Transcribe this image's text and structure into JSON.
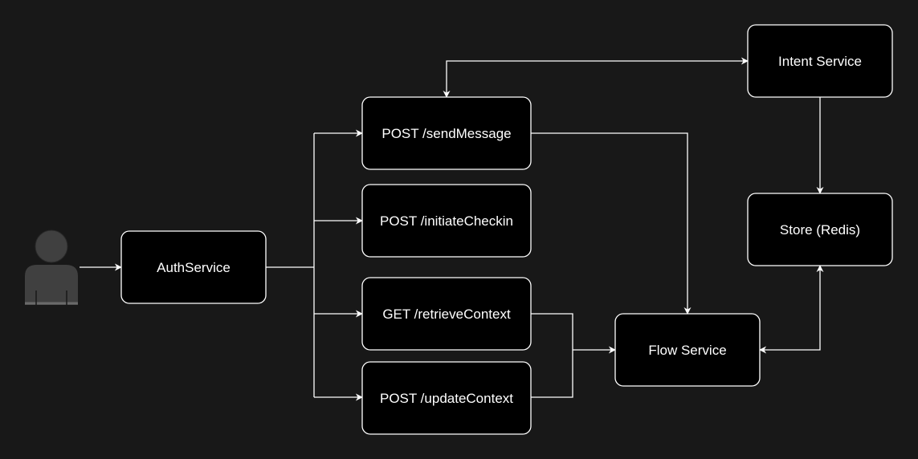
{
  "diagram": {
    "colors": {
      "background": "#181818",
      "node_fill": "#000000",
      "node_stroke": "#ffffff",
      "edge": "#ffffff",
      "label": "#ffffff",
      "actor": "#404040"
    },
    "actor": {
      "icon": "user-icon"
    },
    "nodes": {
      "auth": {
        "label": "AuthService"
      },
      "send_message": {
        "label": "POST /sendMessage"
      },
      "initiate_checkin": {
        "label": "POST /initiateCheckin"
      },
      "retrieve_context": {
        "label": "GET /retrieveContext"
      },
      "update_context": {
        "label": "POST /updateContext"
      },
      "intent": {
        "label": "Intent Service"
      },
      "store": {
        "label": "Store (Redis)"
      },
      "flow": {
        "label": "Flow Service"
      }
    },
    "edges": [
      {
        "from": "user",
        "to": "auth"
      },
      {
        "from": "auth",
        "to": "send_message"
      },
      {
        "from": "auth",
        "to": "initiate_checkin"
      },
      {
        "from": "auth",
        "to": "retrieve_context"
      },
      {
        "from": "auth",
        "to": "update_context"
      },
      {
        "from": "send_message",
        "to": "intent",
        "bidirectional": true
      },
      {
        "from": "send_message",
        "to": "flow"
      },
      {
        "from": "retrieve_context",
        "to": "flow"
      },
      {
        "from": "update_context",
        "to": "flow"
      },
      {
        "from": "intent",
        "to": "store"
      },
      {
        "from": "flow",
        "to": "store",
        "bidirectional": true
      }
    ]
  }
}
